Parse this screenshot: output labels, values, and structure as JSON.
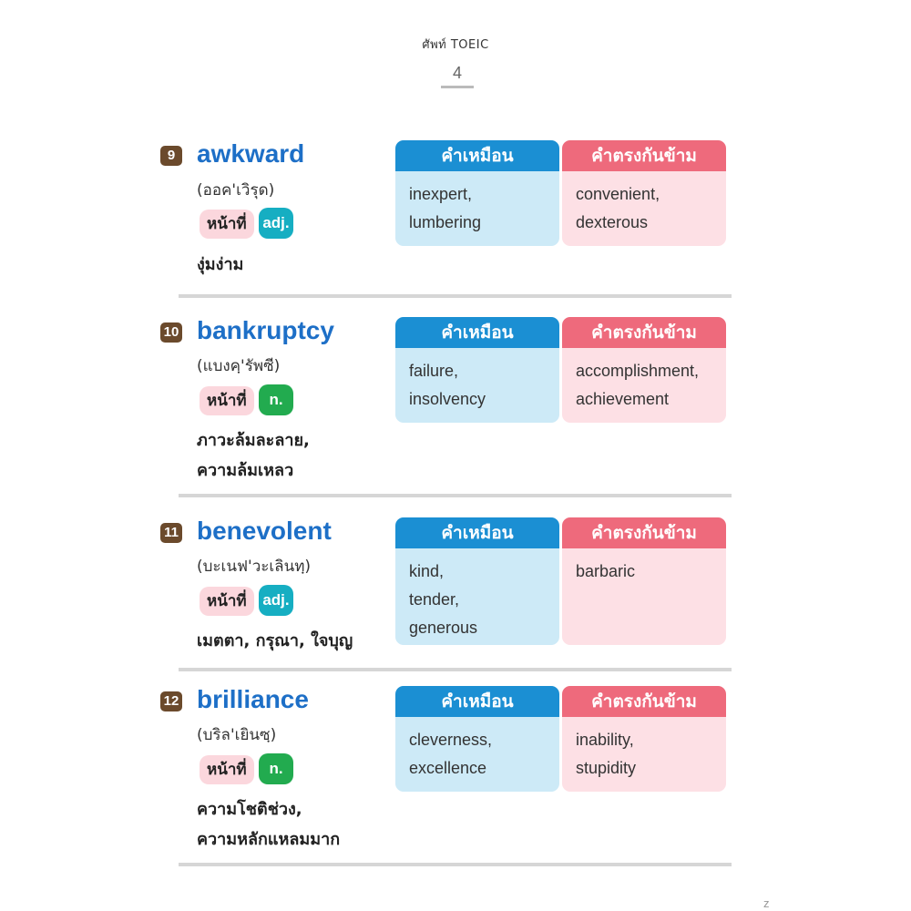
{
  "header": {
    "book_title": "ศัพท์ TOEIC",
    "page_number": "4"
  },
  "labels": {
    "synonym_heading": "คำเหมือน",
    "antonym_heading": "คำตรงกันข้าม",
    "role_label": "หน้าที่"
  },
  "entries": [
    {
      "number": "9",
      "word": "awkward",
      "pronunciation": "(ออค'เวิรุด)",
      "pos": "adj.",
      "meaning": [
        "งุ่มง่าม"
      ],
      "synonyms": [
        "inexpert,",
        "lumbering"
      ],
      "antonyms": [
        "convenient,",
        "dexterous"
      ]
    },
    {
      "number": "10",
      "word": "bankruptcy",
      "pronunciation": "(แบงคฺ'รัพซี)",
      "pos": "n.",
      "meaning": [
        "ภาวะล้มละลาย,",
        "ความล้มเหลว"
      ],
      "synonyms": [
        "failure,",
        "insolvency"
      ],
      "antonyms": [
        "accomplishment,",
        "achievement"
      ]
    },
    {
      "number": "11",
      "word": "benevolent",
      "pronunciation": "(บะเนฟ'วะเลินทฺ)",
      "pos": "adj.",
      "meaning": [
        "เมตตา, กรุณา, ใจบุญ"
      ],
      "synonyms": [
        "kind,",
        "tender,",
        "generous"
      ],
      "antonyms": [
        "barbaric"
      ]
    },
    {
      "number": "12",
      "word": "brilliance",
      "pronunciation": "(บริล'เยินซฺ)",
      "pos": "n.",
      "meaning": [
        "ความโชติช่วง,",
        "ความหลักแหลมมาก"
      ],
      "synonyms": [
        "cleverness,",
        "excellence"
      ],
      "antonyms": [
        "inability,",
        "stupidity"
      ]
    }
  ],
  "footer": {
    "corner_mark": "z"
  }
}
